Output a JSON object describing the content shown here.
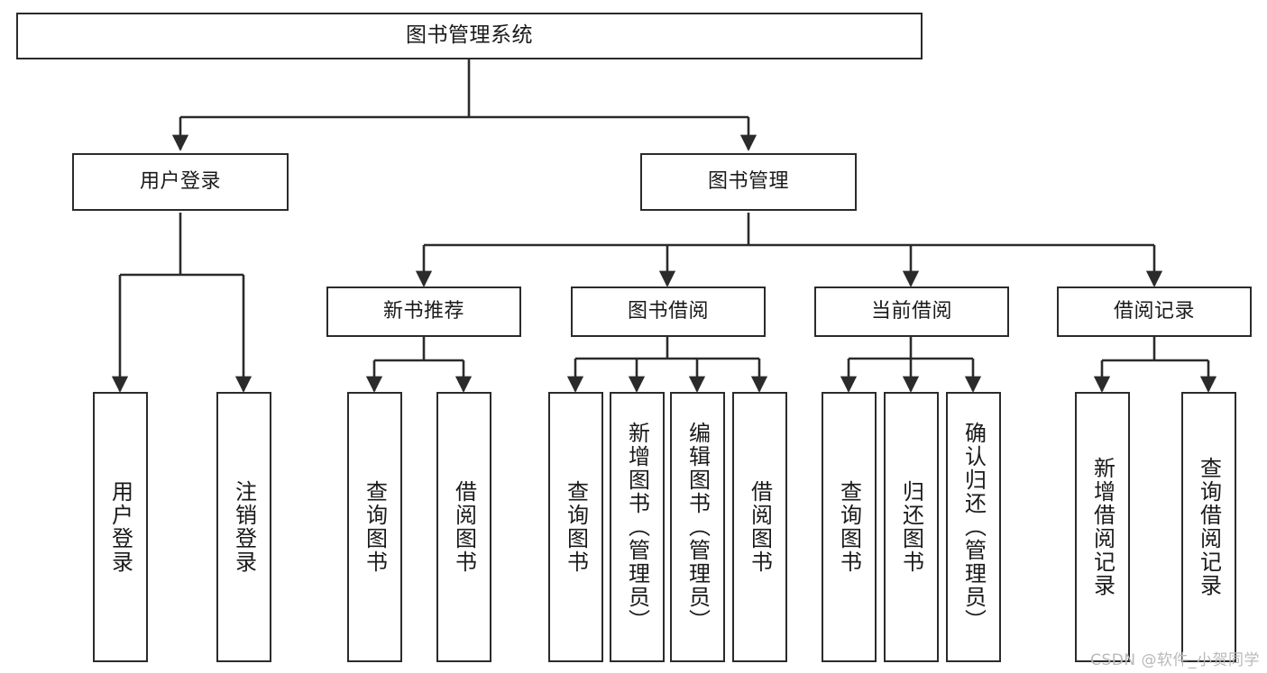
{
  "diagram": {
    "title": "图书管理系统",
    "watermark": "CSDN @软件_小贺同学",
    "line_color": "#2b2b2b",
    "box_fill": "#ffffff",
    "text_color": "#1a1a1a",
    "watermark_color": "#b9b9b9",
    "root": {
      "label": "图书管理系统"
    },
    "level1": [
      {
        "label": "用户登录"
      },
      {
        "label": "图书管理"
      }
    ],
    "level2": [
      {
        "label": "新书推荐"
      },
      {
        "label": "图书借阅"
      },
      {
        "label": "当前借阅"
      },
      {
        "label": "借阅记录"
      }
    ],
    "leaves": {
      "user_login": [
        {
          "label": "用户登录"
        },
        {
          "label": "注销登录"
        }
      ],
      "new_book_recommend": [
        {
          "label": "查询图书"
        },
        {
          "label": "借阅图书"
        }
      ],
      "book_borrow": [
        {
          "label": "查询图书"
        },
        {
          "label": "新增图书（管理员）"
        },
        {
          "label": "编辑图书（管理员）"
        },
        {
          "label": "借阅图书"
        }
      ],
      "current_borrow": [
        {
          "label": "查询图书"
        },
        {
          "label": "归还图书"
        },
        {
          "label": "确认归还（管理员）"
        }
      ],
      "borrow_record": [
        {
          "label": "新增借阅记录"
        },
        {
          "label": "查询借阅记录"
        }
      ]
    }
  }
}
